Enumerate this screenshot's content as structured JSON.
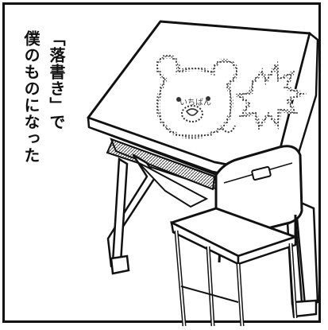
{
  "caption": {
    "line1": "「落書き」で",
    "line2": "僕のものになった"
  },
  "desk_graffiti": {
    "scribble_text": "いちばん",
    "bear_label": "bear-face-doodle",
    "burst_label": "starburst-doodle"
  },
  "colors": {
    "ink": "#111111",
    "paper": "#ffffff",
    "tone": "#9a9a9a"
  }
}
